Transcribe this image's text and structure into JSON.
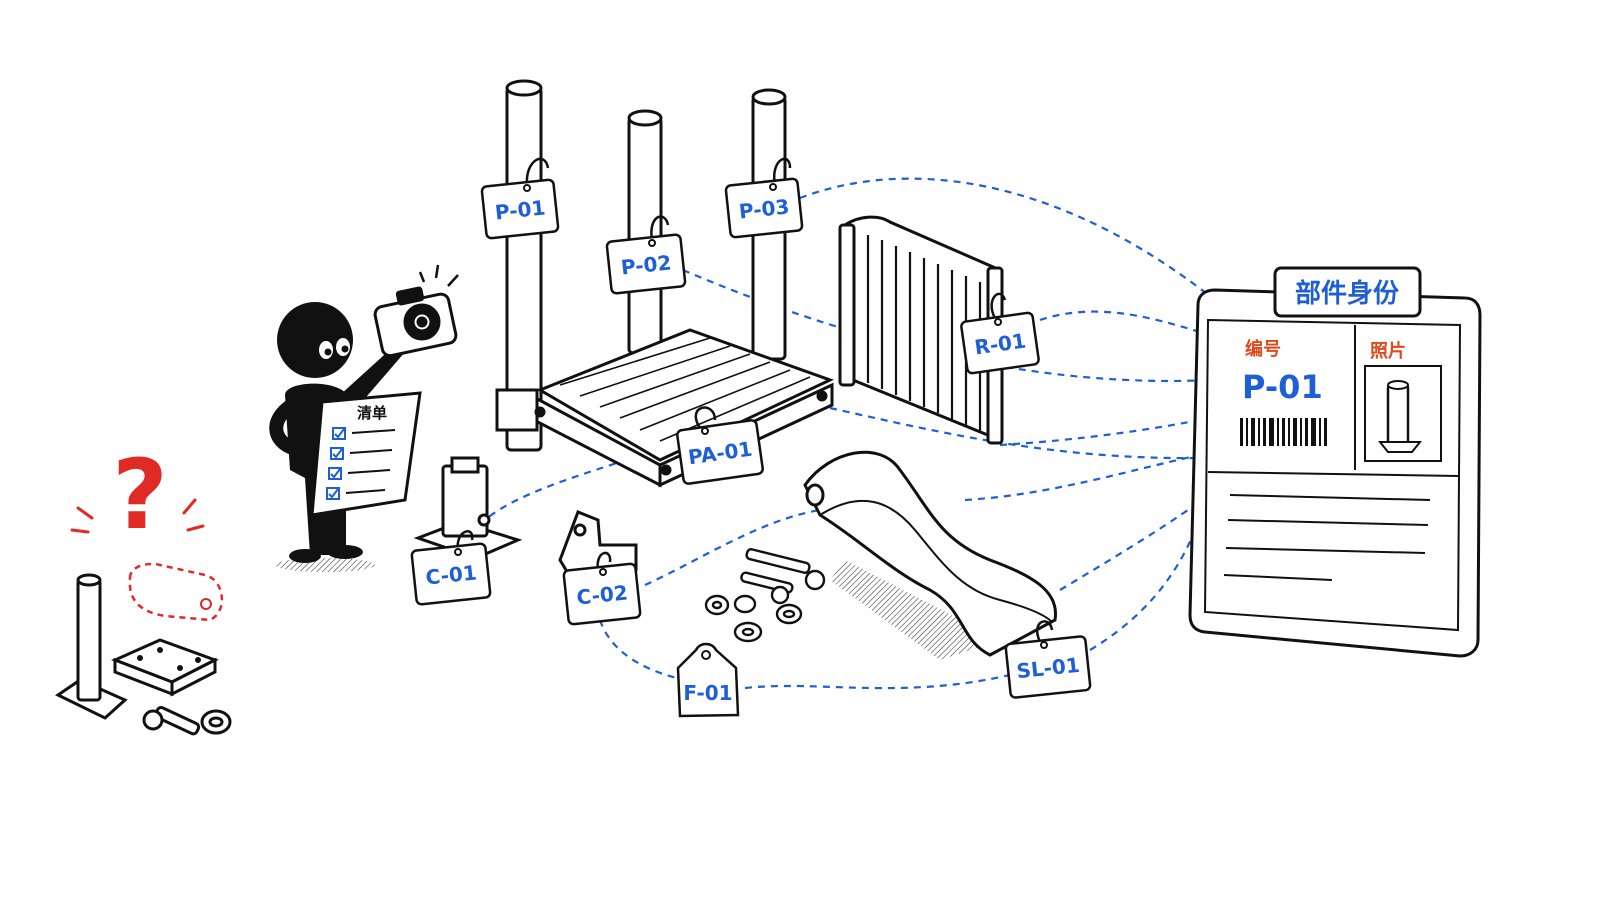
{
  "checklist": {
    "title": "清单"
  },
  "card": {
    "title": "部件身份",
    "id_label": "编号",
    "photo_label": "照片",
    "id_value": "P-01"
  },
  "tags": {
    "p01": "P-01",
    "p02": "P-02",
    "p03": "P-03",
    "r01": "R-01",
    "pa01": "PA-01",
    "c01": "C-01",
    "c02": "C-02",
    "f01": "F-01",
    "sl01": "SL-01"
  },
  "unknown_mark": "?",
  "colors": {
    "ink": "#111111",
    "link_blue": "#1f5fd6",
    "warning_red": "#e02a24",
    "label_orange": "#e4471b"
  }
}
